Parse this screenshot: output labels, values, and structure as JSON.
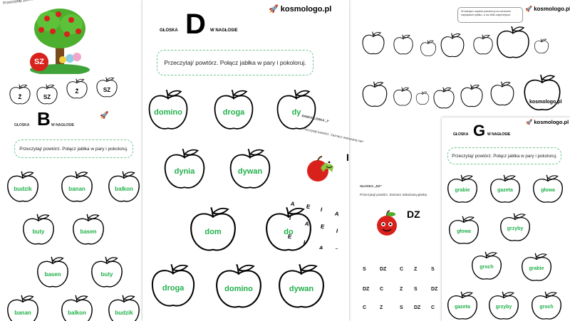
{
  "brand": "kosmologo.pl",
  "sheet_sz": {
    "instruction": "Przeczytaj/ powtórz. Pokoloruj jabłka z tego drzewa.",
    "badge": "SZ",
    "apples": [
      "Ż",
      "SZ",
      "Ż",
      "SZ"
    ]
  },
  "sheet_b": {
    "title_prefix": "GŁOSKA",
    "letter": "B",
    "title_suffix": "W NAGŁOSIE",
    "prompt": "Przeczytaj/ powtórz. Połącz jabłka w pary i pokoloruj.",
    "apples": [
      "budzik",
      "banan",
      "balkon",
      "buty",
      "basen",
      "basen",
      "buty",
      "banan",
      "balkon",
      "budzik"
    ]
  },
  "sheet_d": {
    "title_prefix": "GŁOSKA",
    "letter": "D",
    "title_suffix": "W NAGŁOSIE",
    "prompt": "Przeczytaj/ powtórz. Połącz jabłka w pary i pokoloruj.",
    "apples": [
      "domino",
      "droga",
      "dy",
      "dynia",
      "dywan",
      "dom",
      "do",
      "droga",
      "domino",
      "dywan"
    ]
  },
  "sheet_apples": {
    "instruction": "W każdym rzędzie pokoloruj na czerwono największe jabłko, a na żółto najmniejsze.",
    "footnote": "..."
  },
  "sheet_vowel": {
    "title": "SAMOGŁOSKA „I”",
    "instruction": "Przeczytaj/ powtórz. Zaznacz wskazaną samogłoskę.",
    "letter": "I",
    "grid": [
      "A",
      "E",
      "I",
      "A",
      "I",
      "A",
      "E",
      "I",
      "E",
      "I",
      "A",
      "E"
    ]
  },
  "sheet_dz": {
    "title": "GŁOSKA „DZ”",
    "instruction": "Przeczytaj/ powtórz. Zaznacz wskazaną głoskę.",
    "letter": "DZ",
    "grid": [
      [
        "S",
        "DZ",
        "C",
        "Z",
        "S"
      ],
      [
        "DZ",
        "C",
        "Z",
        "S",
        "DZ"
      ],
      [
        "C",
        "Z",
        "S",
        "DZ",
        "C"
      ]
    ]
  },
  "sheet_g": {
    "title_prefix": "GŁOSKA",
    "letter": "G",
    "title_suffix": "W NAGŁOSIE",
    "prompt": "Przeczytaj/ powtórz. Połącz jabłka w pary i pokoloruj.",
    "apples": [
      "grabie",
      "gazeta",
      "głowa",
      "głowa",
      "grzyby",
      "groch",
      "grabie",
      "gazeta",
      "grzyby",
      "groch"
    ]
  },
  "colors": {
    "green": "#22b04b",
    "dashed_border": "#6cc68f",
    "red": "#d9211c"
  }
}
